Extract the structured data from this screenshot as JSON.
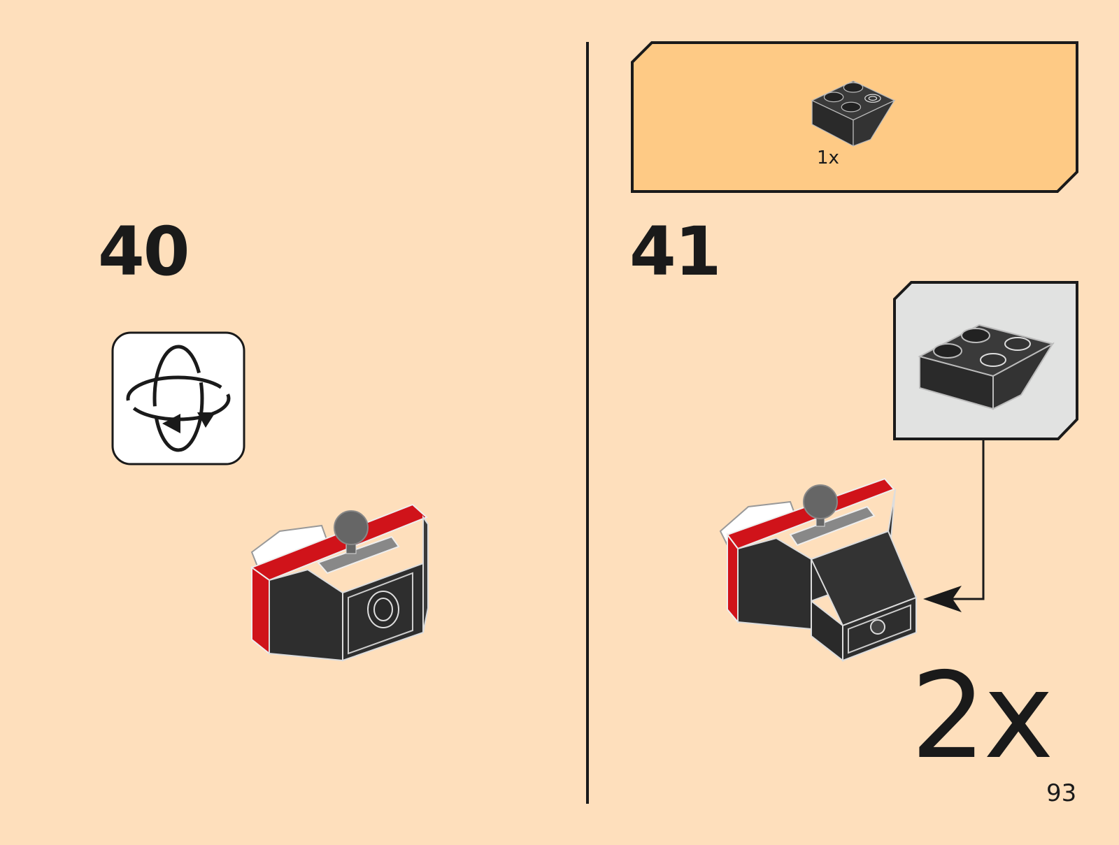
{
  "page_number": "93",
  "steps": [
    {
      "number": "40",
      "icon": "rotate-model-icon"
    },
    {
      "number": "41",
      "parts_list": [
        {
          "part": "inverted-slope-brick-2x2-dark",
          "quantity": "1x"
        }
      ],
      "callout_part": "inverted-slope-brick-2x2-dark",
      "multiplier": "2x"
    }
  ],
  "colors": {
    "background": "#FEDFBC",
    "parts_box": "#FECA85",
    "callout_box": "#E1E2E1",
    "brick_dark": "#2E2E2E",
    "brick_red": "#D0131A",
    "outline": "#1a1a1a"
  }
}
